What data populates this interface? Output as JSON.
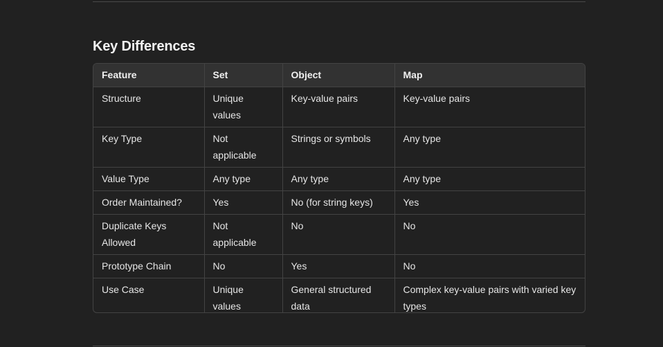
{
  "section": {
    "title": "Key Differences"
  },
  "table": {
    "headers": [
      "Feature",
      "Set",
      "Object",
      "Map"
    ],
    "rows": [
      [
        "Structure",
        "Unique values",
        "Key-value pairs",
        "Key-value pairs"
      ],
      [
        "Key Type",
        "Not applicable",
        "Strings or symbols",
        "Any type"
      ],
      [
        "Value Type",
        "Any type",
        "Any type",
        "Any type"
      ],
      [
        "Order Maintained?",
        "Yes",
        "No (for string keys)",
        "Yes"
      ],
      [
        "Duplicate Keys Allowed",
        "Not applicable",
        "No",
        "No"
      ],
      [
        "Prototype Chain",
        "No",
        "Yes",
        "No"
      ],
      [
        "Use Case",
        "Unique values",
        "General structured data",
        "Complex key-value pairs with varied key types"
      ]
    ]
  }
}
